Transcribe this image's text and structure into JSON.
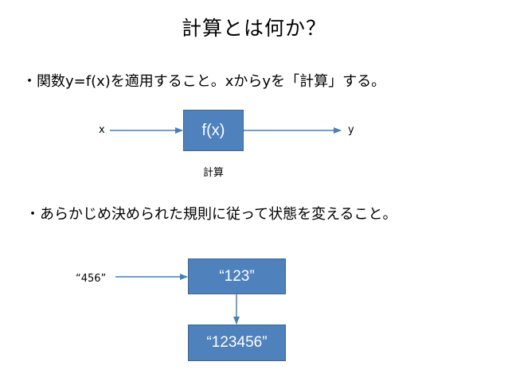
{
  "slide": {
    "title": "計算とは何か？",
    "bullet1": "・関数y=f(x)を適用すること。xからyを「計算」する。",
    "bullet2": "・あらかじめ決められた規則に従って状態を変えること。"
  },
  "diagram1": {
    "input_label": "x",
    "box_label": "f(x)",
    "output_label": "y",
    "caption": "計算"
  },
  "diagram2": {
    "input_label": "“456”",
    "box_top_label": "“123”",
    "box_bottom_label": "“123456”"
  },
  "colors": {
    "box_fill": "#4f81bd",
    "arrow": "#4a7ebb"
  }
}
